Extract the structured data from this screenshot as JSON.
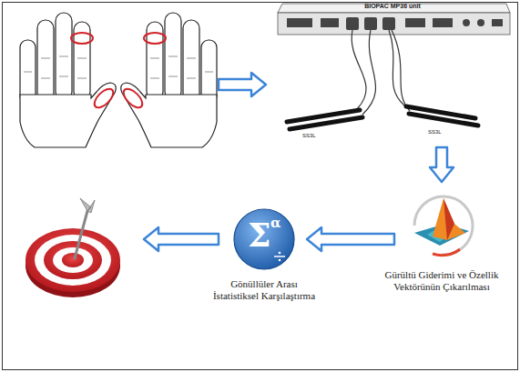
{
  "diagram": {
    "nodes": [
      {
        "text": [
          "BIOPAC MP36 unit"
        ]
      },
      {
        "text": [
          "Gürültü Giderimi ve Özellik Vektörünün Çıkarılması"
        ]
      },
      {
        "text": [
          "Σ",
          "α",
          "Gönüllüler Arası İstatistiksel Karşılaştırma"
        ]
      }
    ],
    "edges": [
      {
        "from": 0,
        "to": 1,
        "arrow": "to"
      },
      {
        "from": 1,
        "to": 2,
        "arrow": "to"
      }
    ],
    "labels": [
      "SS3L",
      "SS3L"
    ]
  }
}
